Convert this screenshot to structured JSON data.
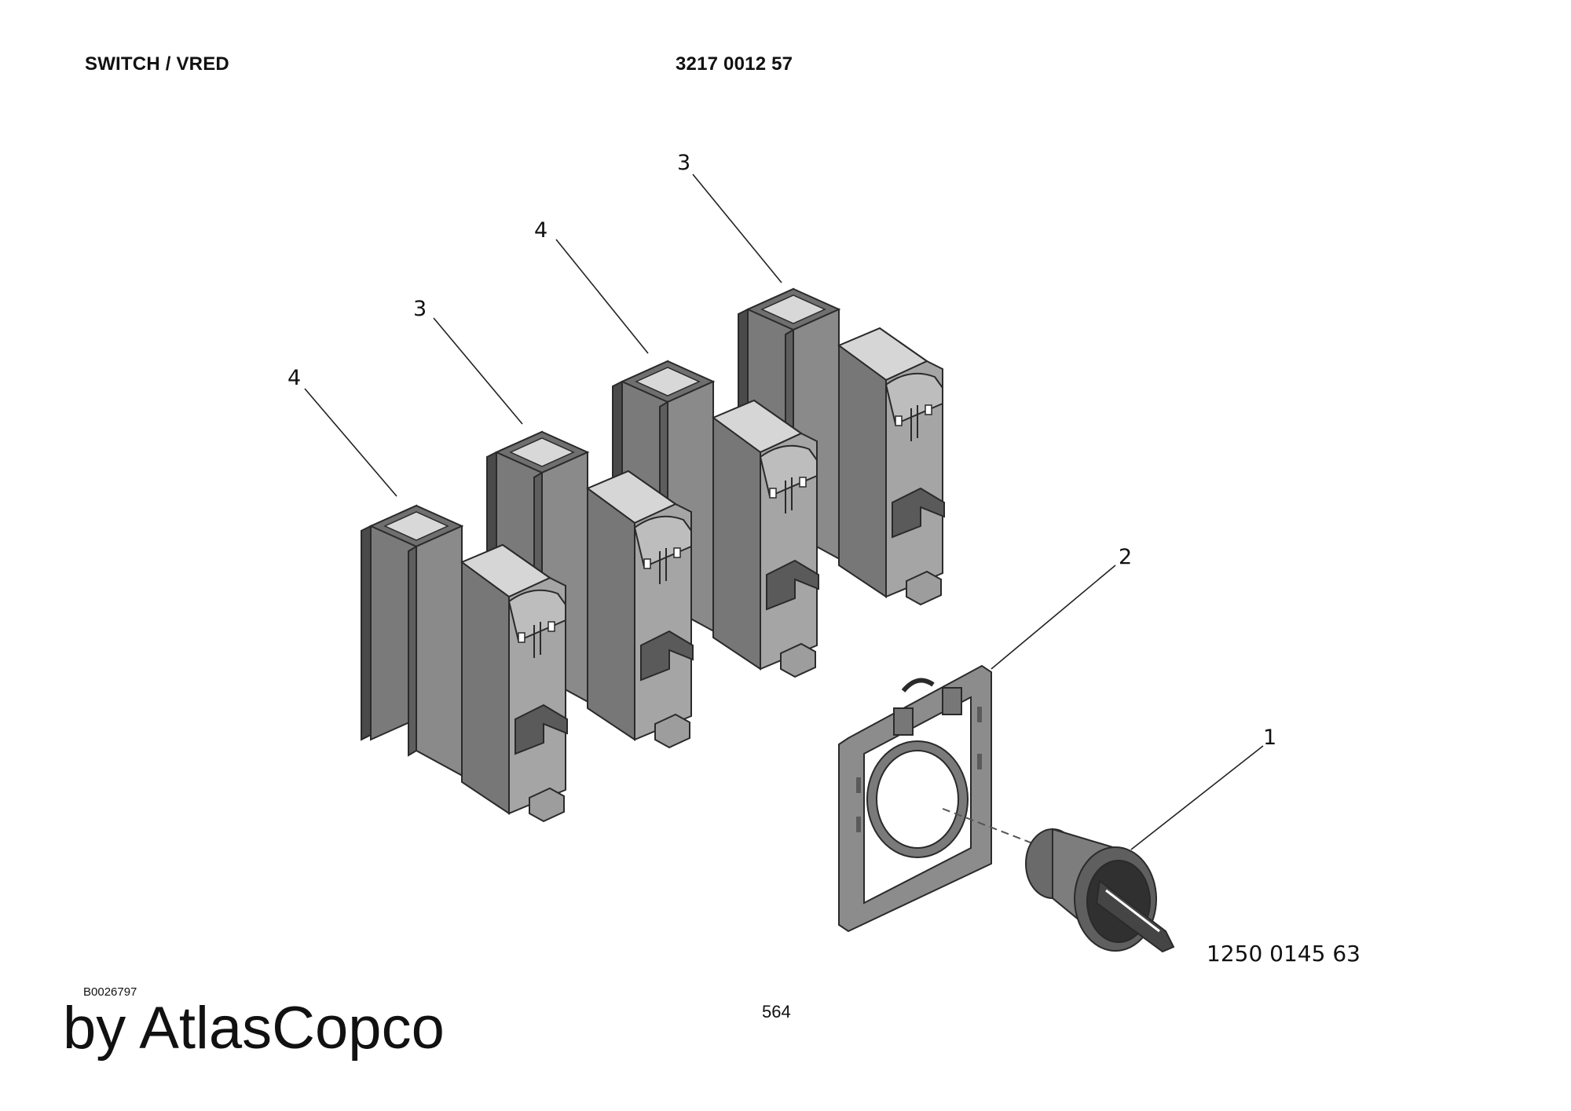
{
  "header": {
    "title": "SWITCH / VRED",
    "part_number": "3217 0012 57"
  },
  "callouts": {
    "c1": "1",
    "c2": "2",
    "c3a": "3",
    "c3b": "3",
    "c4a": "4",
    "c4b": "4"
  },
  "assembly_part_number": "1250 0145 63",
  "footer": {
    "drawing_id": "B0026797",
    "page_number": "564",
    "brand": "by AtlasCopco"
  },
  "colors": {
    "body_dark": "#6e6e6e",
    "body_mid": "#8a8a8a",
    "body_light": "#a9a9a9",
    "window": "#d8d8d8",
    "outline": "#2a2a2a"
  }
}
